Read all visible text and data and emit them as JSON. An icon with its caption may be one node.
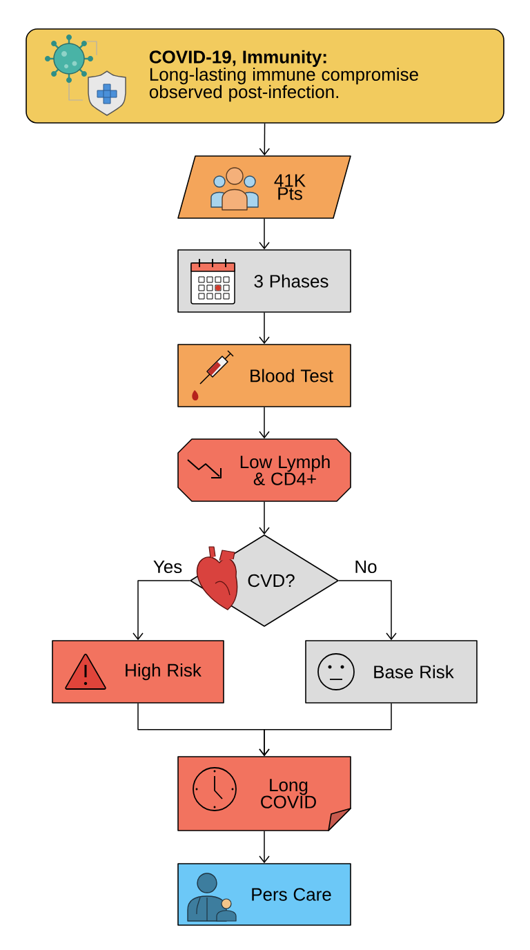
{
  "diagram": {
    "nodes": [
      {
        "text": [
          "COVID-19, Immunity:",
          "Long-lasting immune compromise observed post-infection."
        ]
      },
      {
        "text": [
          "41K Pts"
        ]
      },
      {
        "text": [
          "3 Phases"
        ]
      },
      {
        "text": [
          "Blood Test"
        ]
      },
      {
        "text": [
          "Low Lymph & CD4+"
        ]
      },
      {
        "text": [
          "CVD?"
        ]
      },
      {
        "text": [
          "High Risk"
        ]
      },
      {
        "text": [
          "Base Risk"
        ]
      },
      {
        "text": [
          "Long COVID"
        ]
      },
      {
        "text": [
          "Pers Care"
        ]
      }
    ],
    "edges": [
      {
        "from": 0,
        "to": 1,
        "arrow": "to"
      },
      {
        "from": 1,
        "to": 2,
        "arrow": "to"
      },
      {
        "from": 2,
        "to": 3,
        "arrow": "to"
      },
      {
        "from": 3,
        "to": 4,
        "arrow": "to"
      },
      {
        "from": 4,
        "to": 5,
        "arrow": "to"
      },
      {
        "from": 5,
        "to": 6,
        "arrow": "to",
        "label": "Yes"
      },
      {
        "from": 5,
        "to": 7,
        "arrow": "to",
        "label": "No"
      },
      {
        "from": 6,
        "to": 8,
        "arrow": "to"
      },
      {
        "from": 7,
        "to": 8,
        "arrow": "to"
      },
      {
        "from": 8,
        "to": 9,
        "arrow": "to"
      }
    ]
  }
}
